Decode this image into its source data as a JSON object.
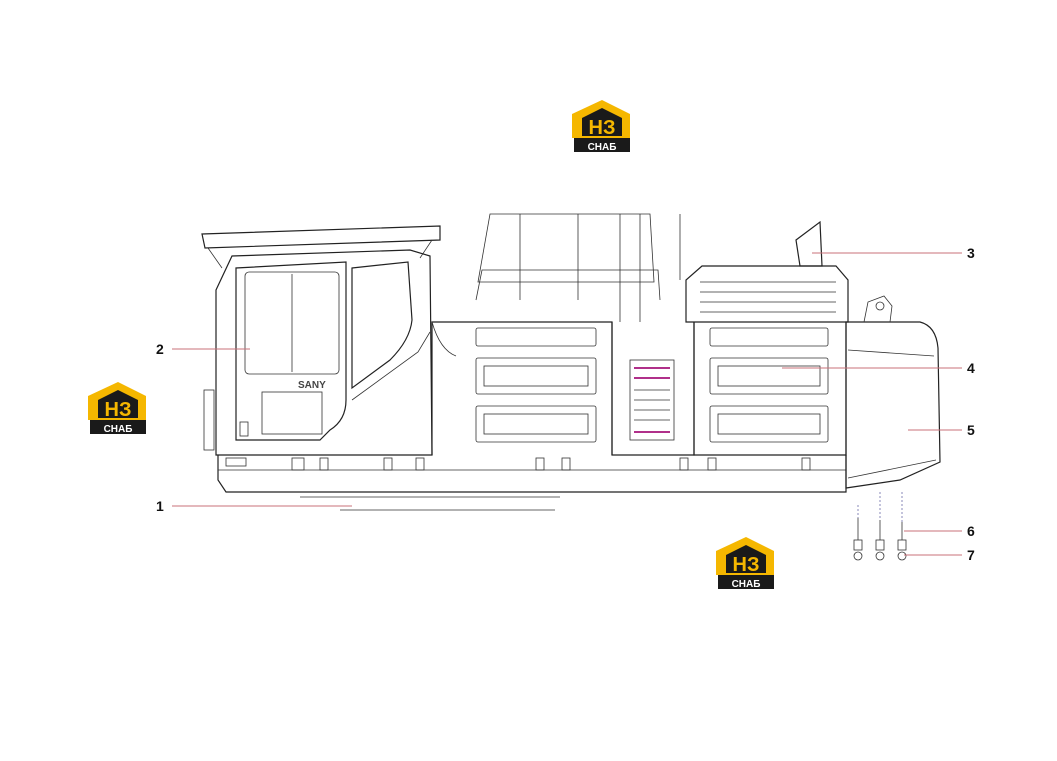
{
  "logo": {
    "mark": "НЗ",
    "caption": "СНАБ",
    "color_primary": "#f5b700",
    "color_dark": "#1a1a1a"
  },
  "callouts": [
    "1",
    "2",
    "3",
    "4",
    "5",
    "6",
    "7"
  ],
  "cab_brand": "SANY",
  "colors": {
    "line": "#222222",
    "leader": "#c8727a",
    "accent_magenta": "#b0308a"
  }
}
